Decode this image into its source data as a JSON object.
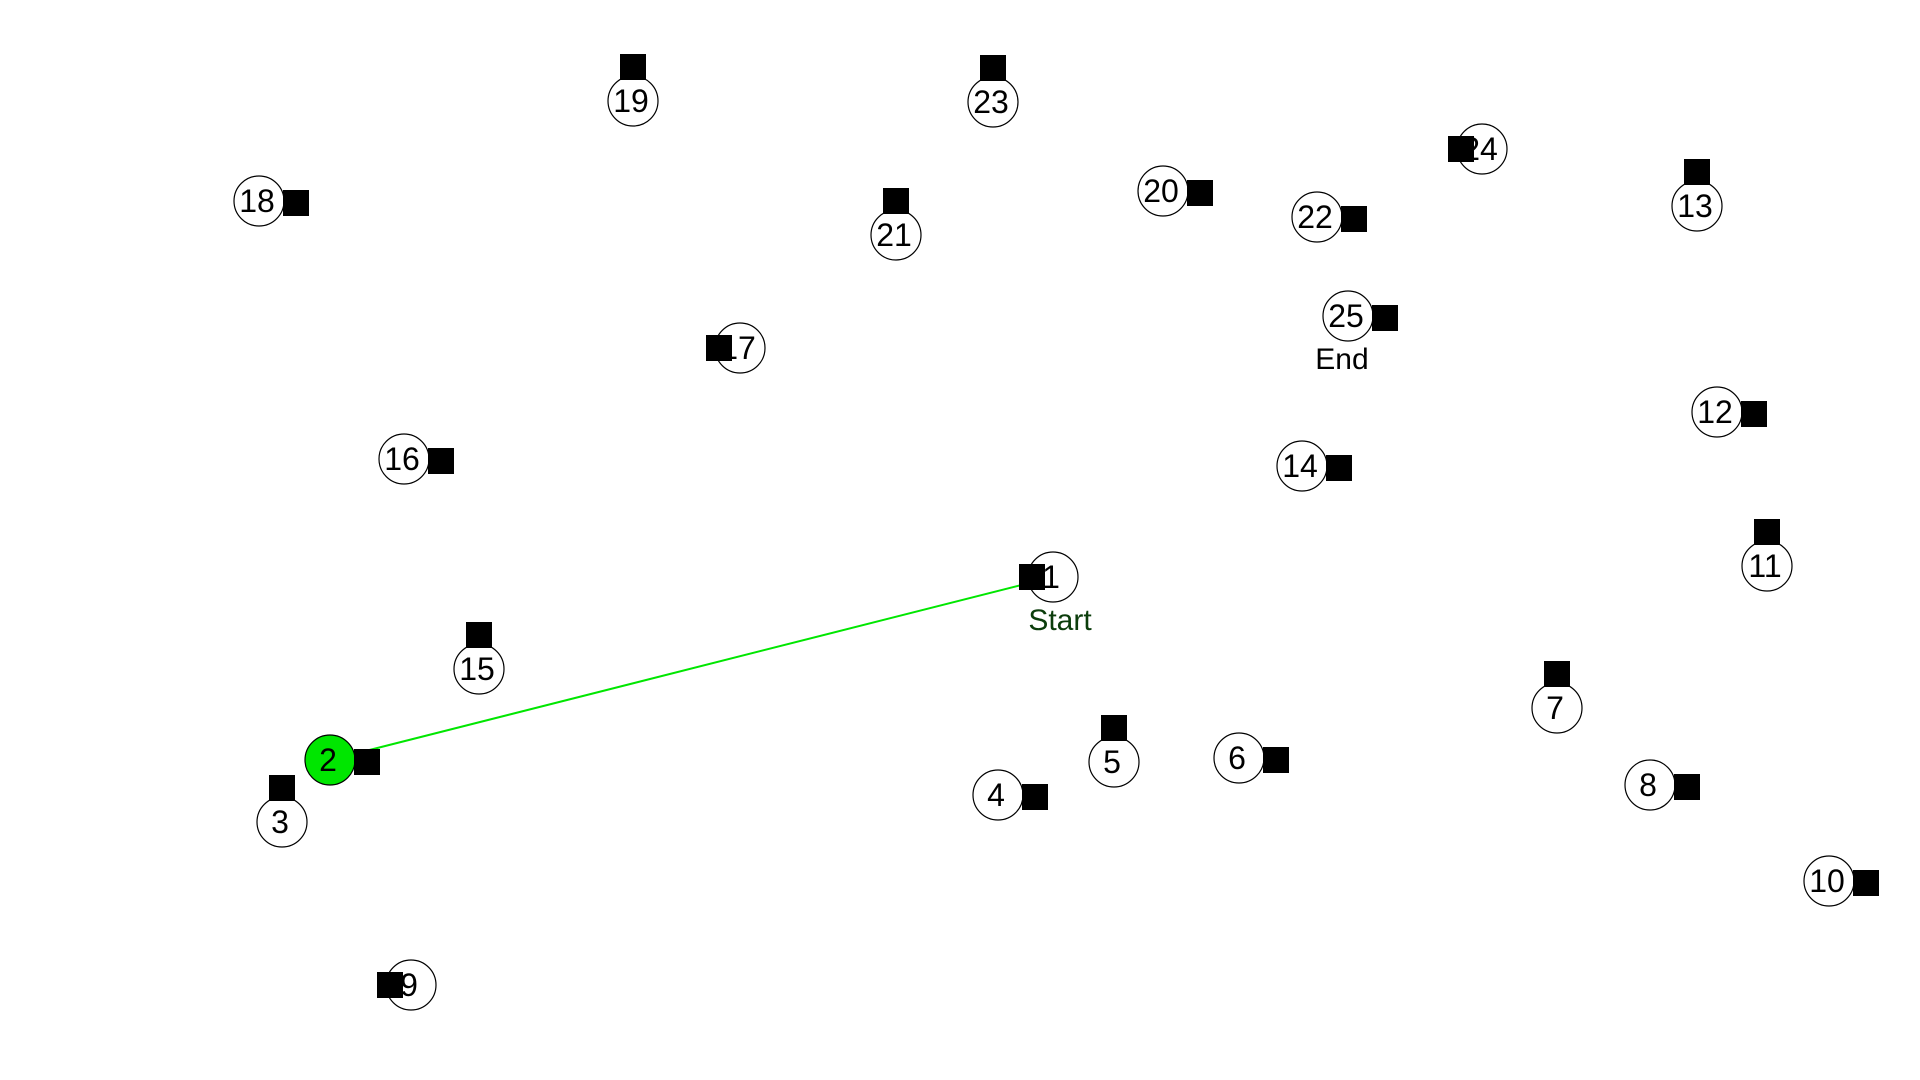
{
  "colors": {
    "background": "#ffffff",
    "node_fill": "#ffffff",
    "node_stroke": "#000000",
    "visited_fill": "#00e600",
    "path_line": "#00e600",
    "marker": "#000000",
    "text": "#000000",
    "start_text": "#0b3d0b"
  },
  "nodes": [
    {
      "id": "1",
      "label": "1",
      "visited": false,
      "marker_side": "left",
      "tag": "Start"
    },
    {
      "id": "2",
      "label": "2",
      "visited": true,
      "marker_side": "right",
      "tag": ""
    },
    {
      "id": "3",
      "label": "3",
      "visited": false,
      "marker_side": "top",
      "tag": ""
    },
    {
      "id": "4",
      "label": "4",
      "visited": false,
      "marker_side": "right",
      "tag": ""
    },
    {
      "id": "5",
      "label": "5",
      "visited": false,
      "marker_side": "top",
      "tag": ""
    },
    {
      "id": "6",
      "label": "6",
      "visited": false,
      "marker_side": "right",
      "tag": ""
    },
    {
      "id": "7",
      "label": "7",
      "visited": false,
      "marker_side": "top",
      "tag": ""
    },
    {
      "id": "8",
      "label": "8",
      "visited": false,
      "marker_side": "right",
      "tag": ""
    },
    {
      "id": "9",
      "label": "9",
      "visited": false,
      "marker_side": "left",
      "tag": ""
    },
    {
      "id": "10",
      "label": "10",
      "visited": false,
      "marker_side": "right",
      "tag": ""
    },
    {
      "id": "11",
      "label": "11",
      "visited": false,
      "marker_side": "top",
      "tag": ""
    },
    {
      "id": "12",
      "label": "12",
      "visited": false,
      "marker_side": "right",
      "tag": ""
    },
    {
      "id": "13",
      "label": "13",
      "visited": false,
      "marker_side": "top",
      "tag": ""
    },
    {
      "id": "14",
      "label": "14",
      "visited": false,
      "marker_side": "right",
      "tag": ""
    },
    {
      "id": "15",
      "label": "15",
      "visited": false,
      "marker_side": "top",
      "tag": ""
    },
    {
      "id": "16",
      "label": "16",
      "visited": false,
      "marker_side": "right",
      "tag": ""
    },
    {
      "id": "17",
      "label": "17",
      "visited": false,
      "marker_side": "left",
      "tag": ""
    },
    {
      "id": "18",
      "label": "18",
      "visited": false,
      "marker_side": "right",
      "tag": ""
    },
    {
      "id": "19",
      "label": "19",
      "visited": false,
      "marker_side": "top",
      "tag": ""
    },
    {
      "id": "20",
      "label": "20",
      "visited": false,
      "marker_side": "right",
      "tag": ""
    },
    {
      "id": "21",
      "label": "21",
      "visited": false,
      "marker_side": "top",
      "tag": ""
    },
    {
      "id": "22",
      "label": "22",
      "visited": false,
      "marker_side": "right",
      "tag": ""
    },
    {
      "id": "23",
      "label": "23",
      "visited": false,
      "marker_side": "top",
      "tag": ""
    },
    {
      "id": "24",
      "label": "24",
      "visited": false,
      "marker_side": "left",
      "tag": ""
    },
    {
      "id": "25",
      "label": "25",
      "visited": false,
      "marker_side": "right",
      "tag": "End"
    }
  ],
  "path": [
    {
      "from": "1",
      "to": "2"
    }
  ]
}
